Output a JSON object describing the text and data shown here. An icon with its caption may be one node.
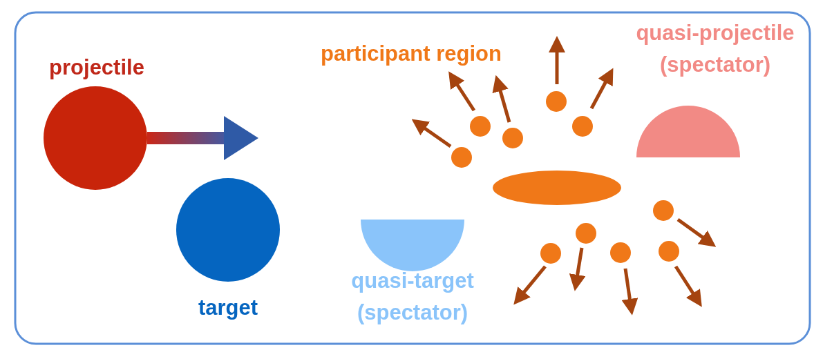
{
  "diagram": {
    "nodes": [
      {
        "text": [
          "projectile"
        ]
      },
      {
        "text": [
          "target"
        ]
      },
      {
        "text": [
          "participant region"
        ]
      },
      {
        "text": [
          "quasi-projectile (spectator)"
        ]
      },
      {
        "text": [
          "quasi-target (spectator)"
        ]
      }
    ],
    "edges": [
      {
        "from": 0,
        "to": 1,
        "arrow": "to"
      }
    ]
  }
}
